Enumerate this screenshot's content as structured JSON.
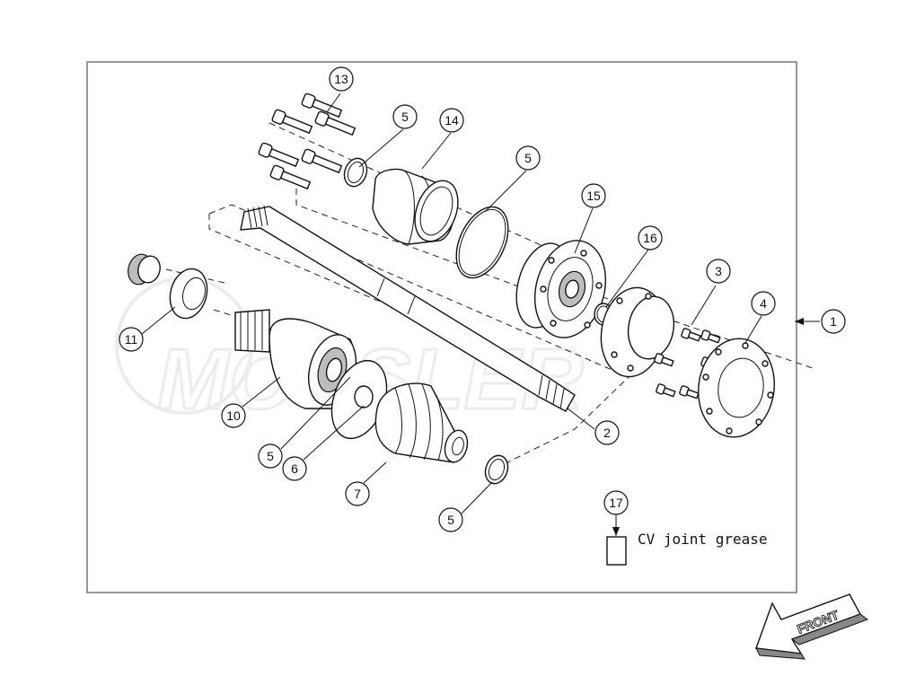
{
  "diagram": {
    "callouts": [
      {
        "id": "c1",
        "label": "1"
      },
      {
        "id": "c2",
        "label": "2"
      },
      {
        "id": "c3",
        "label": "3"
      },
      {
        "id": "c4",
        "label": "4"
      },
      {
        "id": "c5a",
        "label": "5"
      },
      {
        "id": "c5b",
        "label": "5"
      },
      {
        "id": "c5c",
        "label": "5"
      },
      {
        "id": "c5d",
        "label": "5"
      },
      {
        "id": "c6",
        "label": "6"
      },
      {
        "id": "c7",
        "label": "7"
      },
      {
        "id": "c10",
        "label": "10"
      },
      {
        "id": "c11",
        "label": "11"
      },
      {
        "id": "c13",
        "label": "13"
      },
      {
        "id": "c14",
        "label": "14"
      },
      {
        "id": "c15",
        "label": "15"
      },
      {
        "id": "c16",
        "label": "16"
      },
      {
        "id": "c17",
        "label": "17"
      }
    ],
    "legend": {
      "text": "CV joint grease"
    },
    "front_arrow": {
      "text": "FRONT"
    },
    "watermark": {
      "text": "MOSSLER"
    }
  }
}
